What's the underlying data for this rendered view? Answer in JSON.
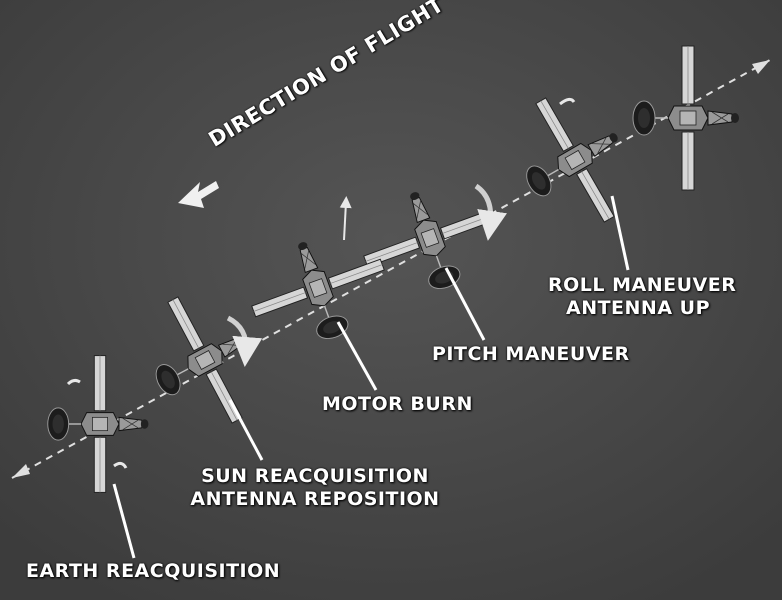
{
  "diagram": {
    "direction_label": "DIRECTION OF FLIGHT",
    "stages": [
      {
        "line1": "ROLL MANEUVER",
        "line2": "ANTENNA UP"
      },
      {
        "line1": "PITCH MANEUVER"
      },
      {
        "line1": "MOTOR BURN"
      },
      {
        "line1": "SUN REACQUISITION",
        "line2": "ANTENNA REPOSITION"
      },
      {
        "line1": "EARTH REACQUISITION"
      }
    ]
  },
  "colors": {
    "background": "#4a4a4a",
    "panel": "#cfcfcf",
    "body": "#8c8c8c",
    "label": "#ffffff"
  }
}
